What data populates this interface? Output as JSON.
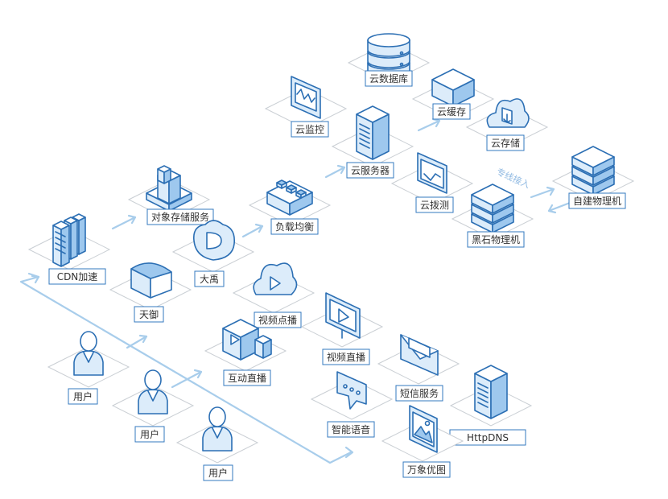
{
  "nodes": [
    {
      "key": "db",
      "label": "云数据库",
      "icon": "database-icon"
    },
    {
      "key": "monitor",
      "label": "云监控",
      "icon": "monitor-icon"
    },
    {
      "key": "cache",
      "label": "云缓存",
      "icon": "cache-box-icon"
    },
    {
      "key": "storage",
      "label": "云存储",
      "icon": "cloud-storage-icon"
    },
    {
      "key": "server",
      "label": "云服务器",
      "icon": "server-icon"
    },
    {
      "key": "dial",
      "label": "云拨测",
      "icon": "dial-test-icon"
    },
    {
      "key": "selfphy",
      "label": "自建物理机",
      "icon": "server-stack-icon"
    },
    {
      "key": "blackstone",
      "label": "黑石物理机",
      "icon": "server-stack-icon"
    },
    {
      "key": "oss",
      "label": "对象存储服务",
      "icon": "object-storage-icon"
    },
    {
      "key": "lb",
      "label": "负载均衡",
      "icon": "load-balancer-icon"
    },
    {
      "key": "cdn",
      "label": "CDN加速",
      "icon": "books-icon"
    },
    {
      "key": "dayu",
      "label": "大禹",
      "icon": "shield-d-icon"
    },
    {
      "key": "tianyu",
      "label": "天御",
      "icon": "open-box-icon"
    },
    {
      "key": "vod",
      "label": "视频点播",
      "icon": "cloud-play-icon"
    },
    {
      "key": "live",
      "label": "视频直播",
      "icon": "screen-play-icon"
    },
    {
      "key": "interact",
      "label": "互动直播",
      "icon": "camera-play-icon"
    },
    {
      "key": "sms",
      "label": "短信服务",
      "icon": "envelope-icon"
    },
    {
      "key": "voice",
      "label": "智能语音",
      "icon": "chat-bubble-icon"
    },
    {
      "key": "user1",
      "label": "用户",
      "icon": "user-icon"
    },
    {
      "key": "user2",
      "label": "用户",
      "icon": "user-icon"
    },
    {
      "key": "user3",
      "label": "用户",
      "icon": "user-icon"
    },
    {
      "key": "httpdns",
      "label": "HttpDNS",
      "icon": "server-icon"
    },
    {
      "key": "image",
      "label": "万象优图",
      "icon": "picture-icon"
    }
  ],
  "note": "专线接入",
  "colors": {
    "outline": "#2c6fb4",
    "light_fill": "#dcecfa",
    "mid_fill": "#9ec8ee",
    "flow": "#a8cdeb",
    "tile_border": "#c9ced3"
  }
}
